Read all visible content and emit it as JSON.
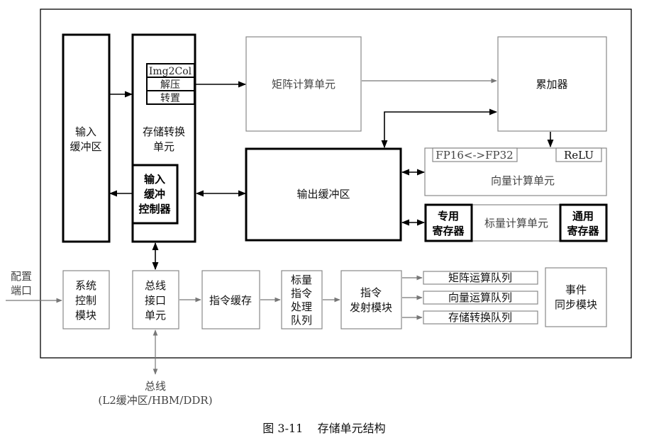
{
  "blocks": {
    "input_buffer": [
      "输入",
      "缓冲区"
    ],
    "storage_convert": [
      "存储转换",
      "单元"
    ],
    "img2col": "Img2Col",
    "decompress": "解压",
    "transpose": "转置",
    "input_buffer_ctrl": [
      "输入",
      "缓冲",
      "控制器"
    ],
    "matrix_unit": "矩阵计算单元",
    "accumulator": "累加器",
    "fp_convert": "FP16<->FP32",
    "relu": "ReLU",
    "vector_unit": "向量计算单元",
    "output_buffer": "输出缓冲区",
    "special_reg": [
      "专用",
      "寄存器"
    ],
    "scalar_unit": "标量计算单元",
    "general_reg": [
      "通用",
      "寄存器"
    ],
    "system_ctrl": [
      "系统",
      "控制",
      "模块"
    ],
    "bus_interface": [
      "总线",
      "接口",
      "单元"
    ],
    "instr_cache": "指令缓存",
    "scalar_queue": [
      "标量",
      "指令",
      "处理",
      "队列"
    ],
    "instr_issue": [
      "指令",
      "发射模块"
    ],
    "matrix_queue": "矩阵运算队列",
    "vector_queue": "向量运算队列",
    "storage_queue": "存储转换队列",
    "event_sync": [
      "事件",
      "同步模块"
    ]
  },
  "external": {
    "config_port": [
      "配置",
      "端口"
    ],
    "bus": [
      "总线",
      "(L2缓冲区/HBM/DDR)"
    ]
  },
  "caption": "图 3-11    存储单元结构"
}
